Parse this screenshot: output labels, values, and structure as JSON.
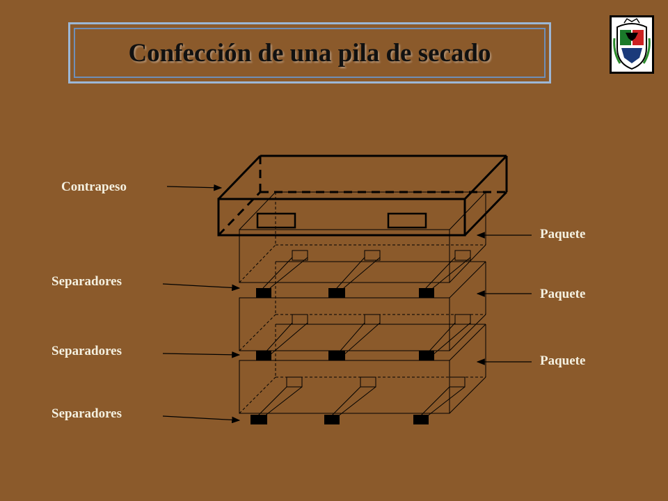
{
  "title": "Confección de una pila de secado",
  "labels": {
    "contrapeso": "Contrapeso",
    "separadores_1": "Separadores",
    "separadores_2": "Separadores",
    "separadores_3": "Separadores",
    "paquete_1": "Paquete",
    "paquete_2": "Paquete",
    "paquete_3": "Paquete"
  },
  "colors": {
    "background": "#8B5A2B",
    "label_text": "#F4F0E0",
    "title_border": "#9CB7D6"
  },
  "icons": {
    "logo": "coat-of-arms-icon"
  }
}
